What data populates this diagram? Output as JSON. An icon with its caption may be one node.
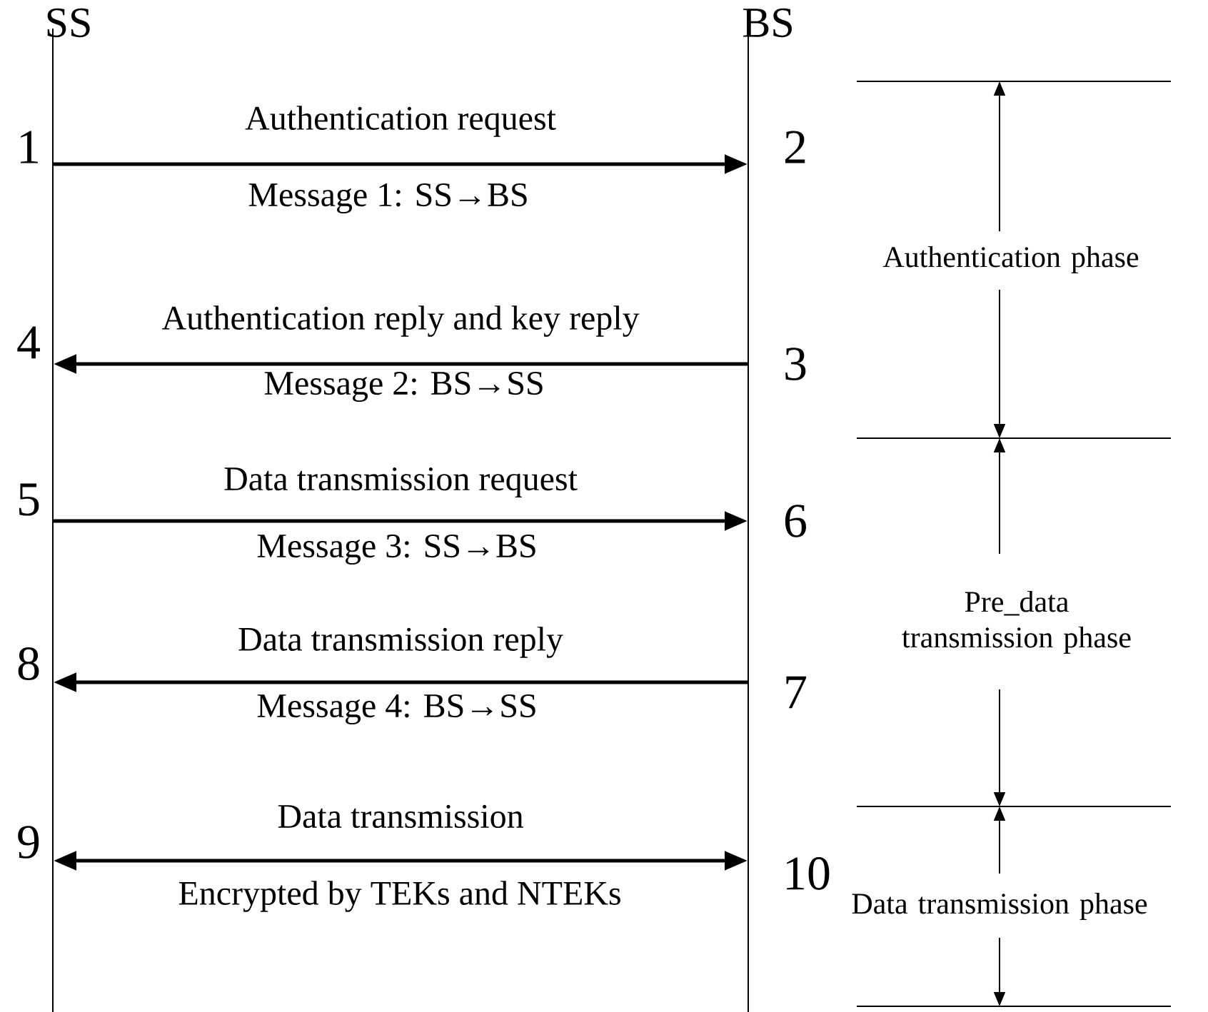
{
  "diagram": {
    "nodes": [
      {
        "text": [
          "SS"
        ]
      },
      {
        "text": [
          "BS"
        ]
      }
    ],
    "edges": [
      {
        "from": 0,
        "to": 1,
        "arrow": "to",
        "label": "Authentication request"
      },
      {
        "from": 1,
        "to": 0,
        "arrow": "to",
        "label": "Authentication reply and key reply"
      },
      {
        "from": 0,
        "to": 1,
        "arrow": "to",
        "label": "Data transmission request"
      },
      {
        "from": 1,
        "to": 0,
        "arrow": "to",
        "label": "Data transmission reply"
      },
      {
        "from": 0,
        "to": 1,
        "arrow": "both",
        "label": "Data transmission"
      }
    ],
    "labels": [
      "1",
      "Message 1: SS→BS",
      "2",
      "Authentication phase",
      "4",
      "3",
      "Message 2: BS→SS",
      "5",
      "6",
      "Message 3: SS→BS",
      "Pre_data transmission phase",
      "8",
      "7",
      "Message 4: BS→SS",
      "9",
      "10",
      "Data transmission phase",
      "Encrypted by TEKs and NTEKs"
    ]
  }
}
